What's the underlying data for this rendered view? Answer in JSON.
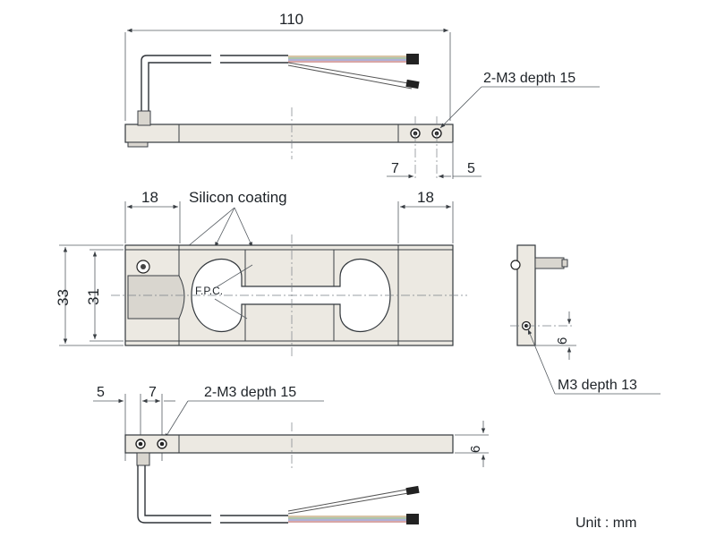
{
  "dimensions": {
    "total_length": "110",
    "side_hole_offset_a": "7",
    "side_hole_offset_b": "5",
    "pad_width_left": "18",
    "pad_width_right": "18",
    "outer_height": "33",
    "inner_height": "31",
    "end_height": "6",
    "bottom_offset_a": "5",
    "bottom_offset_b": "7",
    "bottom_height": "6"
  },
  "labels": {
    "top_thread": "2-M3 depth 15",
    "coating": "Silicon coating",
    "fpc": "F.P.C.",
    "end_thread": "M3 depth 13",
    "bottom_thread": "2-M3 depth 15",
    "unit": "Unit : mm"
  },
  "colors": {
    "line": "#3a3f44",
    "body": "#ece9e2",
    "cable_a": "#c0a070",
    "cable_b": "#7aa07a",
    "cable_c": "#8080c0",
    "cable_d": "#c07070"
  }
}
